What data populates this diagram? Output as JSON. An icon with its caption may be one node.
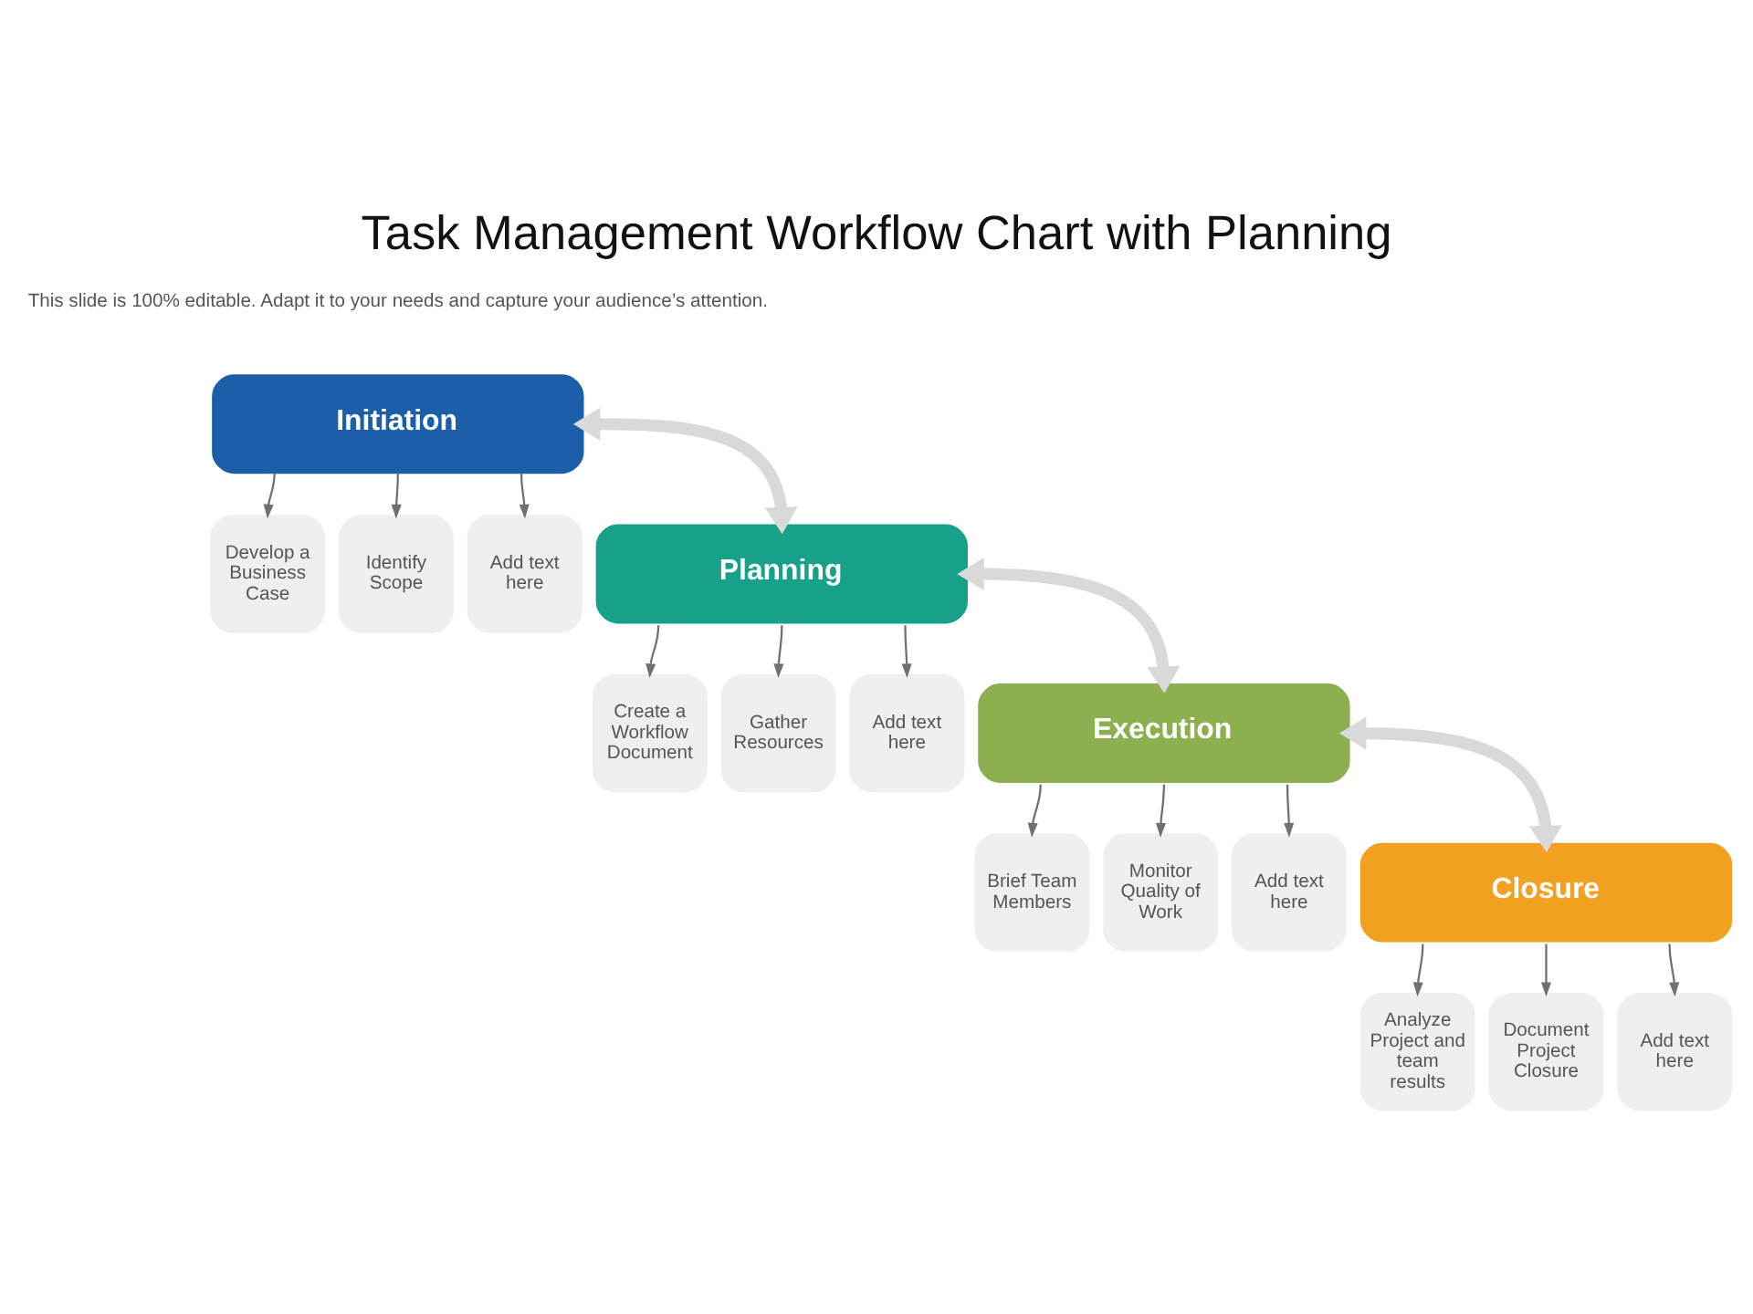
{
  "diagram": {
    "title": "Task Management Workflow Chart with Planning",
    "nodes": [
      {
        "text": [
          "Initiation"
        ]
      },
      {
        "text": [
          "Develop a Business Case"
        ]
      },
      {
        "text": [
          "Identify Scope"
        ]
      },
      {
        "text": [
          "Add text here"
        ]
      },
      {
        "text": [
          "Planning"
        ]
      },
      {
        "text": [
          "Create a Workflow Document"
        ]
      },
      {
        "text": [
          "Gather Resources"
        ]
      },
      {
        "text": [
          "Add text here"
        ]
      },
      {
        "text": [
          "Execution"
        ]
      },
      {
        "text": [
          "Brief Team Members"
        ]
      },
      {
        "text": [
          "Monitor Quality of Work"
        ]
      },
      {
        "text": [
          "Add text here"
        ]
      },
      {
        "text": [
          "Closure"
        ]
      },
      {
        "text": [
          "Analyze Project and team results"
        ]
      },
      {
        "text": [
          "Document Project Closure"
        ]
      },
      {
        "text": [
          "Add text here"
        ]
      }
    ],
    "edges": [
      {
        "from": 0,
        "to": 1,
        "arrow": "to"
      },
      {
        "from": 0,
        "to": 2,
        "arrow": "to"
      },
      {
        "from": 0,
        "to": 3,
        "arrow": "to"
      },
      {
        "from": 0,
        "to": 4,
        "arrow": "both",
        "style": "thick",
        "color": "#d9d9d9"
      },
      {
        "from": 4,
        "to": 5,
        "arrow": "to"
      },
      {
        "from": 4,
        "to": 6,
        "arrow": "to"
      },
      {
        "from": 4,
        "to": 7,
        "arrow": "to"
      },
      {
        "from": 4,
        "to": 8,
        "arrow": "both",
        "style": "thick",
        "color": "#d9d9d9"
      },
      {
        "from": 8,
        "to": 9,
        "arrow": "to"
      },
      {
        "from": 8,
        "to": 10,
        "arrow": "to"
      },
      {
        "from": 8,
        "to": 11,
        "arrow": "to"
      },
      {
        "from": 8,
        "to": 12,
        "arrow": "both",
        "style": "thick",
        "color": "#d9d9d9"
      },
      {
        "from": 12,
        "to": 13,
        "arrow": "to"
      },
      {
        "from": 12,
        "to": 14,
        "arrow": "to"
      },
      {
        "from": 12,
        "to": 15,
        "arrow": "to"
      }
    ],
    "labels": [
      "This slide is 100% editable. Adapt it to your needs and capture your audience’s attention."
    ]
  }
}
